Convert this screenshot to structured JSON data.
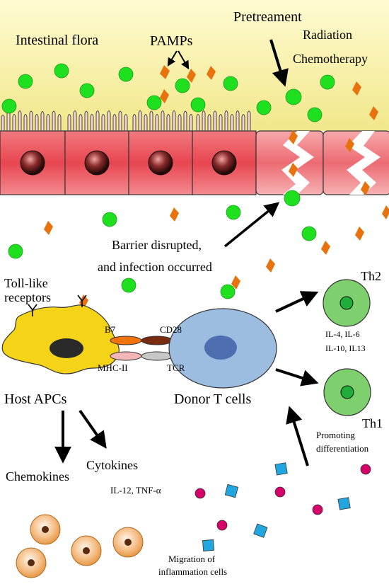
{
  "labels": {
    "intestinal_flora": "Intestinal flora",
    "pamps": "PAMPs",
    "pretreatment": "Pretreament",
    "radiation": "Radiation",
    "chemotherapy": "Chemotherapy",
    "barrier_line1": "Barrier disrupted,",
    "barrier_line2": "and infection occurred",
    "toll_line1": "Toll-like",
    "toll_line2": "receptors",
    "b7": "B7",
    "cd28": "CD28",
    "mhc": "MHC-II",
    "tcr": "TCR",
    "host_apcs": "Host APCs",
    "donor_t": "Donor T cells",
    "th2": "Th2",
    "th2_cyt_line1": "IL-4, IL-6",
    "th2_cyt_line2": "IL-10, IL13",
    "th1": "Th1",
    "promoting_line1": "Promoting",
    "promoting_line2": "differentiation",
    "chemokines": "Chemokines",
    "cytokines": "Cytokines",
    "il12": "IL-12, TNF-α",
    "migration_line1": "Migration of",
    "migration_line2": "inflammation cells"
  },
  "colors": {
    "lumen_top": "#fffbc8",
    "lumen_bottom": "#f3ea8e",
    "epithelium": "#e8474f",
    "bacteria": "#1fe01f",
    "pamp": "#e8720e",
    "apc": "#f5d318",
    "t_cell": "#9dbde0",
    "th_cell": "#7ecf6e",
    "magenta": "#d6006a",
    "cyan": "#22a6e0",
    "inflam_cell": "#f2b16b"
  },
  "icons": [
    "bacteria-dot",
    "pamp-diamond",
    "receptor-y-icon",
    "arrow-icon",
    "lightning-break"
  ]
}
